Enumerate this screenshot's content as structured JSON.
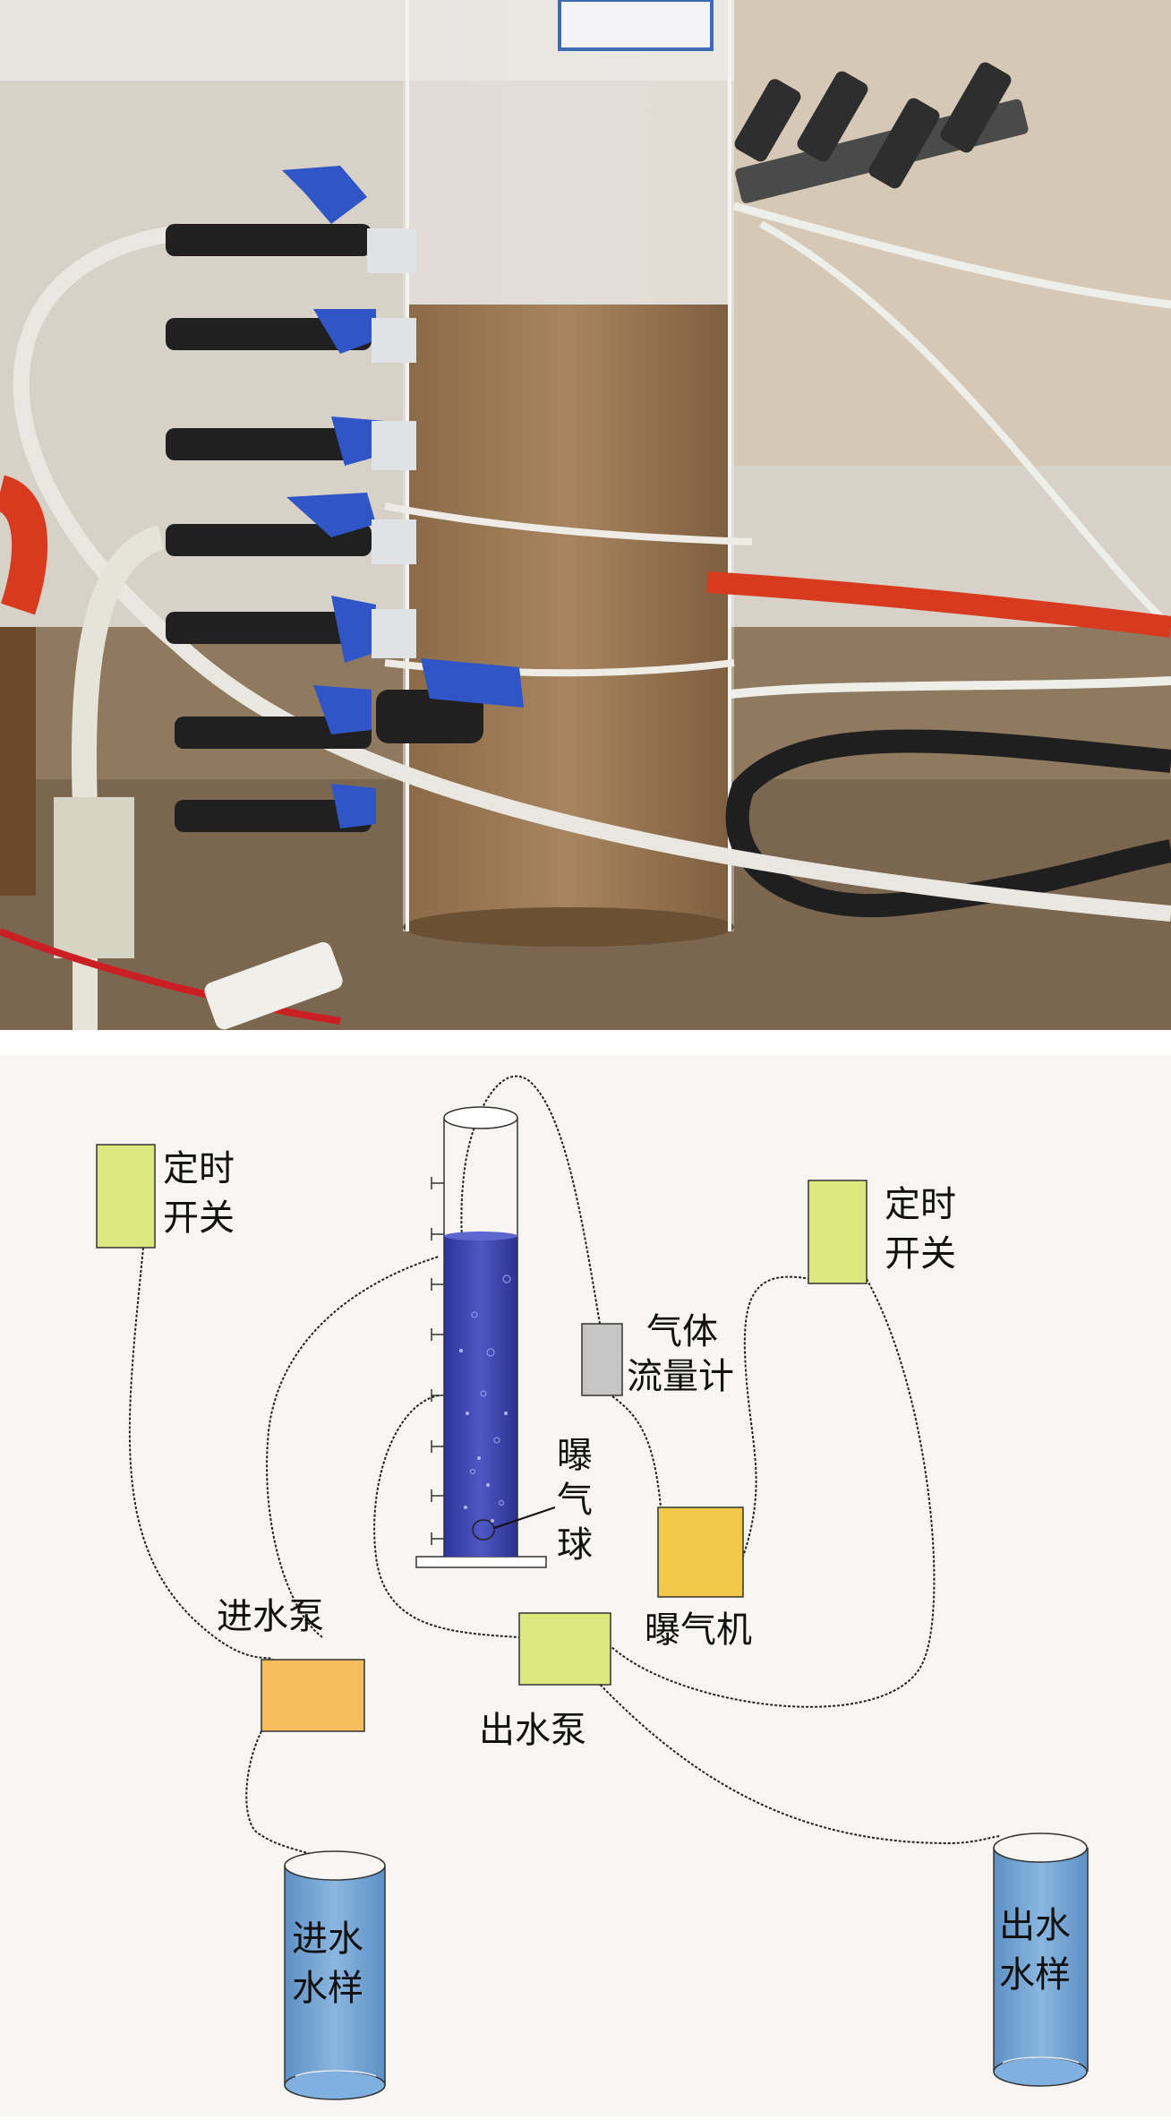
{
  "timer_switch_left": {
    "line1": "定时",
    "line2": "开关"
  },
  "timer_switch_right": {
    "line1": "定时",
    "line2": "开关"
  },
  "gas_flowmeter": {
    "line1": "气体",
    "line2": "流量计"
  },
  "aeration_ball": {
    "line1": "曝",
    "line2": "气",
    "line3": "球"
  },
  "aerator": {
    "label": "曝气机"
  },
  "inlet_pump": {
    "label": "进水泵"
  },
  "outlet_pump": {
    "label": "出水泵"
  },
  "inlet_sample": {
    "line1": "进水",
    "line2": "水样"
  },
  "outlet_sample": {
    "line1": "出水",
    "line2": "水样"
  },
  "colors": {
    "green_box": "#dce87e",
    "inlet_pump_box": "#f7be5e",
    "aerator_box": "#f2c84a",
    "flowmeter_box": "#c6c6c6",
    "column_liquid": "#2f3aa3",
    "sample_liquid": "#6d9fcf"
  }
}
